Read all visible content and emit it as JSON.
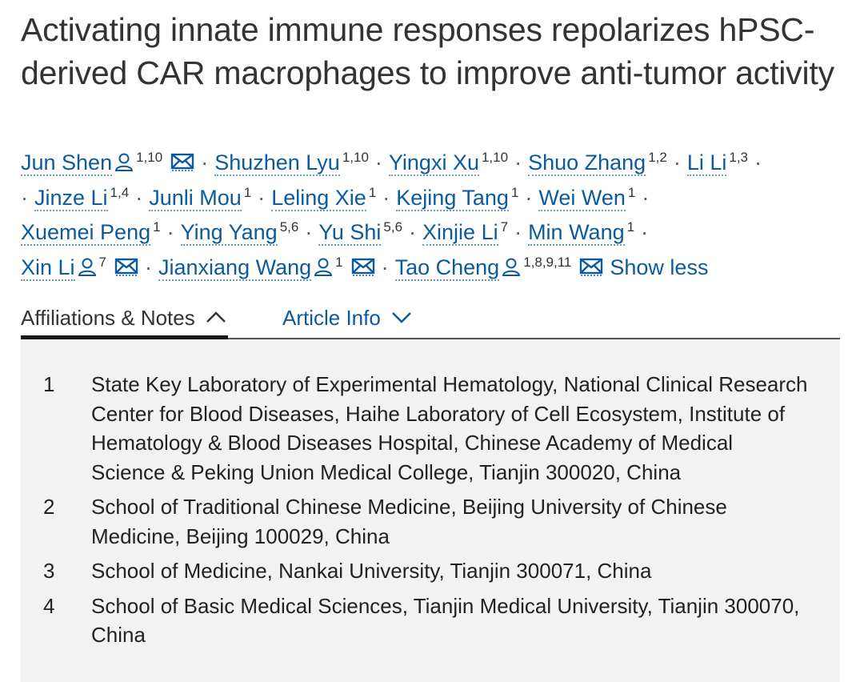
{
  "title": "Activating innate immune responses repolarizes hPSC-derived CAR macrophages to improve anti-tumor activity",
  "authors": [
    {
      "name": "Jun Shen",
      "sup": "1,10",
      "person": true,
      "mail": true
    },
    {
      "name": "Shuzhen Lyu",
      "sup": "1,10"
    },
    {
      "name": "Yingxi Xu",
      "sup": "1,10"
    },
    {
      "name": "Shuo Zhang",
      "sup": "1,2"
    },
    {
      "name": "Li Li",
      "sup": "1,3"
    },
    {
      "name": "Jinze Li",
      "sup": "1,4"
    },
    {
      "name": "Junli Mou",
      "sup": "1"
    },
    {
      "name": "Leling Xie",
      "sup": "1"
    },
    {
      "name": "Kejing Tang",
      "sup": "1"
    },
    {
      "name": "Wei Wen",
      "sup": "1"
    },
    {
      "name": "Xuemei Peng",
      "sup": "1"
    },
    {
      "name": "Ying Yang",
      "sup": "5,6"
    },
    {
      "name": "Yu Shi",
      "sup": "5,6"
    },
    {
      "name": "Xinjie Li",
      "sup": "7"
    },
    {
      "name": "Min Wang",
      "sup": "1"
    },
    {
      "name": "Xin Li",
      "sup": "7",
      "person": true,
      "mail": true
    },
    {
      "name": "Jianxiang Wang",
      "sup": "1",
      "person": true,
      "mail": true
    },
    {
      "name": "Tao Cheng",
      "sup": "1,8,9,11",
      "person": true,
      "mail": true
    }
  ],
  "separator": "·",
  "show_less": "Show less",
  "tabs": {
    "affiliations": "Affiliations & Notes",
    "article_info": "Article Info"
  },
  "affiliations": [
    {
      "num": "1",
      "text": "State Key Laboratory of Experimental Hematology, National Clinical Research Center for Blood Diseases, Haihe Laboratory of Cell Ecosystem, Institute of Hematology & Blood Diseases Hospital, Chinese Academy of Medical Science & Peking Union Medical College, Tianjin 300020, China"
    },
    {
      "num": "2",
      "text": "School of Traditional Chinese Medicine, Beijing University of Chinese Medicine, Beijing 100029, China"
    },
    {
      "num": "3",
      "text": "School of Medicine, Nankai University, Tianjin 300071, China"
    },
    {
      "num": "4",
      "text": "School of Basic Medical Sciences, Tianjin Medical University, Tianjin 300070, China"
    }
  ],
  "colors": {
    "link": "#0c5a9e",
    "panel_bg": "#f2f2f2"
  },
  "icons": {
    "person": "person-icon",
    "mail": "mail-icon",
    "chevron_up": "chevron-up-icon",
    "chevron_down": "chevron-down-icon"
  }
}
